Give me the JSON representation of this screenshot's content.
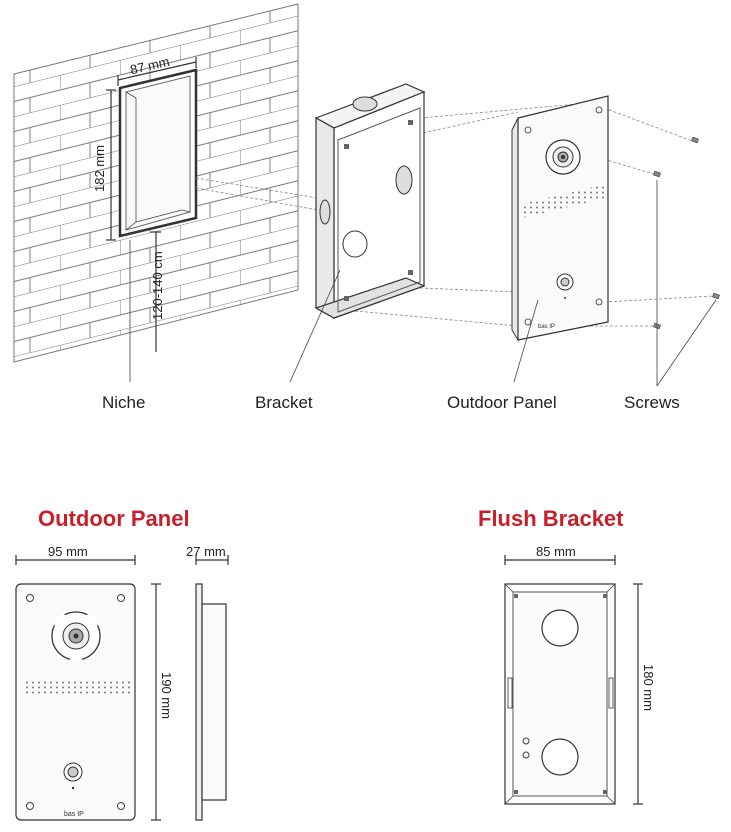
{
  "top": {
    "niche_width": "87 mm",
    "niche_height": "182 mm",
    "niche_floor": "120-140 cm",
    "labels": {
      "niche": "Niche",
      "bracket": "Bracket",
      "outdoor_panel": "Outdoor Panel",
      "screws": "Screws"
    },
    "panel_logo": "bas IP"
  },
  "bottom": {
    "panel": {
      "title": "Outdoor Panel",
      "width": "95 mm",
      "depth": "27 mm",
      "height": "190 mm",
      "logo": "bas IP"
    },
    "bracket": {
      "title": "Flush Bracket",
      "width": "85 mm",
      "height": "180 mm"
    }
  },
  "colors": {
    "title": "#c8202a",
    "line": "#333333"
  }
}
